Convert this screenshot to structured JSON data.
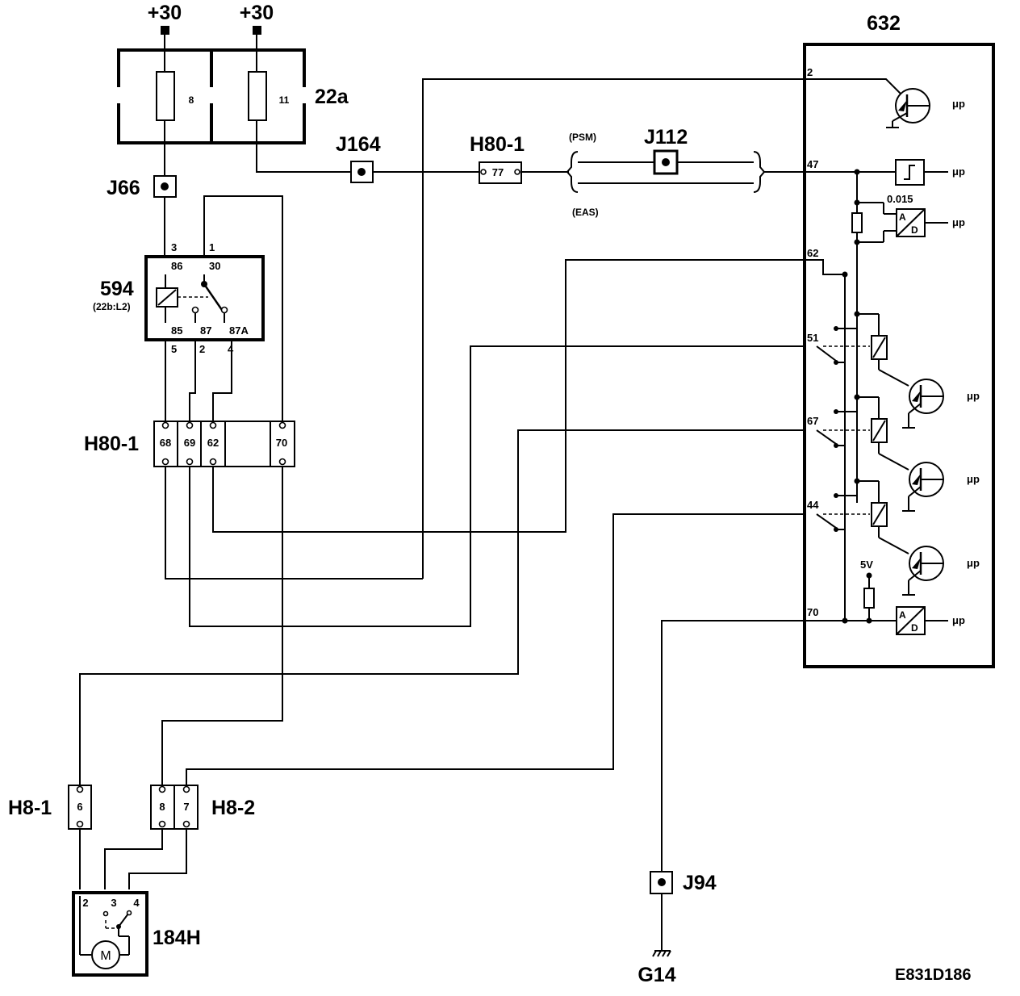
{
  "diagram_id": "E831D186",
  "supplies": {
    "left": "+30",
    "right": "+30"
  },
  "fuse_box": {
    "id": "22a",
    "fuses": [
      "8",
      "11"
    ]
  },
  "splices": {
    "j66": "J66",
    "j164": "J164",
    "j112": "J112",
    "j94": "J94"
  },
  "ground": "G14",
  "relay": {
    "id": "594",
    "sub": "(22b:L2)",
    "pins_top": [
      "3",
      "1"
    ],
    "terms_top": [
      "86",
      "30"
    ],
    "terms_bottom": [
      "85",
      "87",
      "87A"
    ],
    "pins_bottom": [
      "5",
      "2",
      "4"
    ]
  },
  "connector_h80_1": {
    "id": "H80-1",
    "pins": [
      "68",
      "69",
      "62",
      "70"
    ]
  },
  "connector_h80_1_single": {
    "id": "H80-1",
    "pin": "77"
  },
  "bus": {
    "upper": "(PSM)",
    "lower": "(EAS)"
  },
  "connector_h8_1": {
    "id": "H8-1",
    "pin": "6"
  },
  "connector_h8_2": {
    "id": "H8-2",
    "pins": [
      "8",
      "7"
    ]
  },
  "motor": {
    "id": "184H",
    "pins": [
      "2",
      "3",
      "4"
    ],
    "symbol": "M"
  },
  "module": {
    "id": "632",
    "pins": [
      "2",
      "47",
      "62",
      "51",
      "67",
      "44",
      "70"
    ],
    "resistor_value": "0.015",
    "ref_voltage": "5V",
    "uc": "μp",
    "ad_a": "A",
    "ad_d": "D"
  }
}
